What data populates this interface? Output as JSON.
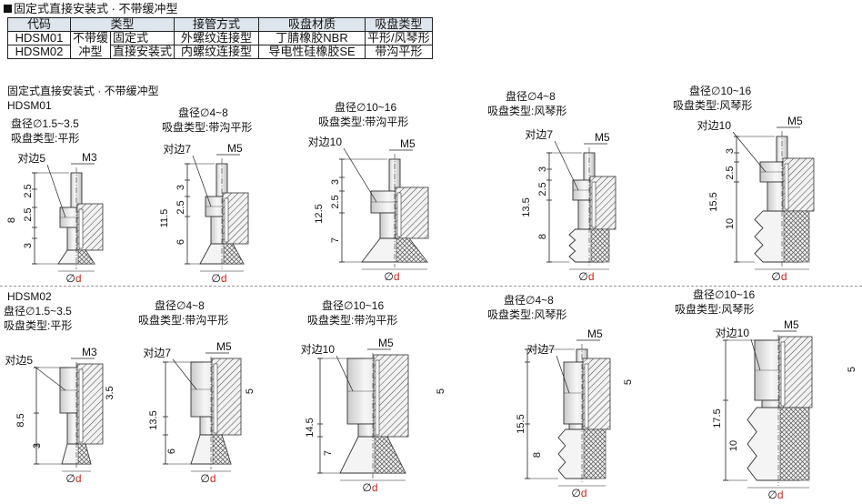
{
  "header": {
    "title": "固定式直接安装式 · 不带缓冲型"
  },
  "table": {
    "headers": [
      "代码",
      "类型",
      "接管方式",
      "吸盘材质",
      "吸盘类型"
    ],
    "rows": [
      {
        "code": "HDSM01",
        "type_a": "不带缓",
        "type_b": "固定式",
        "pipe": "外螺纹连接型",
        "material": "丁腈橡胶NBR",
        "cup": "平形/风琴形"
      },
      {
        "code": "HDSM02",
        "type_a": "冲型",
        "type_b": "直接安装式",
        "pipe": "内螺纹连接型",
        "material": "导电性硅橡胶SE",
        "cup": "带沟平形"
      }
    ]
  },
  "group1": {
    "line1": "固定式直接安装式 · 不带缓冲型",
    "line2": "HDSM01"
  },
  "group2": {
    "line1": "HDSM02"
  },
  "figures": [
    {
      "cap1": "盘径∅1.5~3.5",
      "cap2": "吸盘类型:平形",
      "hex": "对边5",
      "thread": "M3",
      "dims": [
        "2.5",
        "2.5",
        "3",
        "8"
      ],
      "d": "∅d",
      "d_red": "d"
    },
    {
      "cap1": "盘径∅4~8",
      "cap2": "吸盘类型:带沟平形",
      "hex": "对边7",
      "thread": "M5",
      "dims": [
        "3",
        "2.5",
        "6",
        "11.5"
      ],
      "d": "∅d",
      "d_red": "d"
    },
    {
      "cap1": "盘径∅10~16",
      "cap2": "吸盘类型:带沟平形",
      "hex": "对边10",
      "thread": "M5",
      "dims": [
        "3",
        "2.5",
        "7",
        "12.5"
      ],
      "d": "∅d",
      "d_red": "d"
    },
    {
      "cap1": "盘径∅4~8",
      "cap2": "吸盘类型:风琴形",
      "hex": "对边7",
      "thread": "M5",
      "dims": [
        "3",
        "2.5",
        "8",
        "13.5"
      ],
      "d": "∅d",
      "d_red": "d"
    },
    {
      "cap1": "盘径∅10~16",
      "cap2": "吸盘类型:风琴形",
      "hex": "对边10",
      "thread": "M5",
      "dims": [
        "3",
        "2.5",
        "10",
        "15.5"
      ],
      "d": "∅d",
      "d_red": "d"
    },
    {
      "cap1": "盘径∅1.5~3.5",
      "cap2": "吸盘类型:平形",
      "hex": "对边5",
      "thread": "M3",
      "dims": [
        "3.5",
        "3",
        "8.5"
      ],
      "d": "∅d",
      "d_red": "d"
    },
    {
      "cap1": "盘径∅4~8",
      "cap2": "吸盘类型:带沟平形",
      "hex": "对边7",
      "thread": "M5",
      "dims": [
        "5",
        "6",
        "13.5"
      ],
      "d": "∅d",
      "d_red": "d"
    },
    {
      "cap1": "盘径∅10~16",
      "cap2": "吸盘类型:带沟平形",
      "hex": "对边10",
      "thread": "M5",
      "dims": [
        "5",
        "7",
        "14.5"
      ],
      "d": "∅d",
      "d_red": "d"
    },
    {
      "cap1": "盘径∅4~8",
      "cap2": "吸盘类型:风琴形",
      "hex": "对边7",
      "thread": "M5",
      "dims": [
        "5",
        "8",
        "15.5"
      ],
      "d": "∅d",
      "d_red": "d"
    },
    {
      "cap1": "盘径∅10~16",
      "cap2": "吸盘类型:风琴形",
      "hex": "对边10",
      "thread": "M5",
      "dims": [
        "5",
        "10",
        "17.5"
      ],
      "d": "∅d",
      "d_red": "d"
    }
  ]
}
